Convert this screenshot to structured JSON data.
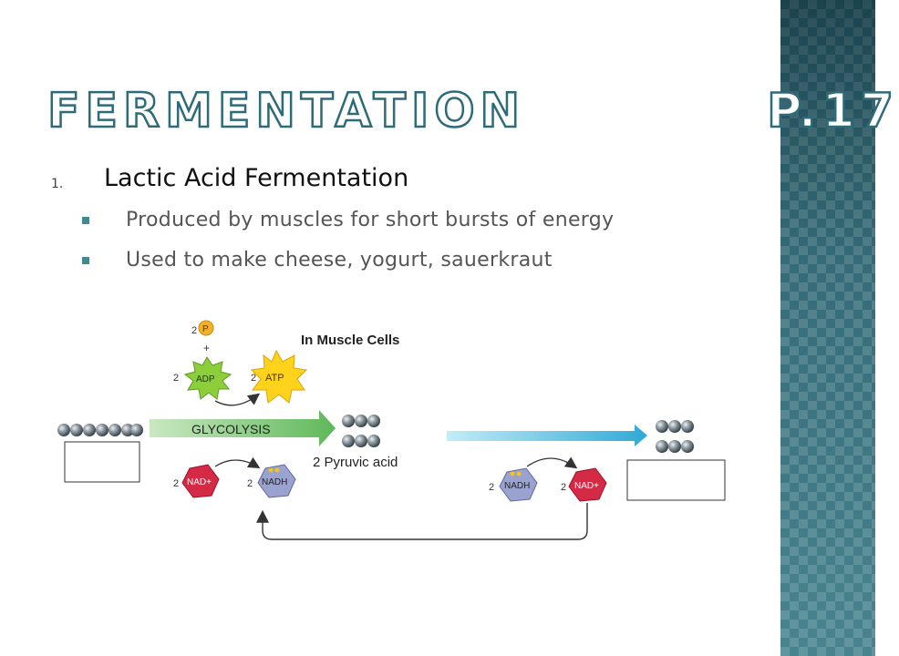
{
  "slide": {
    "title": "Fermentation",
    "page_ref": "p.17",
    "list_number": "1.",
    "heading": "Lactic Acid Fermentation",
    "subpoints": [
      "Produced by muscles for short bursts of energy",
      "Used to make cheese, yogurt, sauerkraut"
    ]
  },
  "diagram": {
    "context_label": "In Muscle Cells",
    "phosphate": {
      "coef": "2",
      "label": "P"
    },
    "plus": "+",
    "adp": {
      "coef": "2",
      "label": "ADP"
    },
    "atp": {
      "coef": "2",
      "label": "ATP"
    },
    "glycolysis_label": "GLYCOLYSIS",
    "pyruvic_label": "2 Pyruvic acid",
    "nad_left": {
      "coef": "2",
      "label": "NAD+"
    },
    "nadh_left": {
      "coef": "2",
      "label": "NADH"
    },
    "nadh_right": {
      "coef": "2",
      "label": "NADH"
    },
    "nad_right": {
      "coef": "2",
      "label": "NAD+"
    }
  },
  "colors": {
    "accent": "#2e6b78",
    "glycolysis_arrow": "#7dc47a",
    "second_arrow": "#4fb9d9",
    "nad": "#d42a45",
    "nadh": "#9aa3cf",
    "adp": "#8ccf3a",
    "atp": "#ffd21c"
  }
}
